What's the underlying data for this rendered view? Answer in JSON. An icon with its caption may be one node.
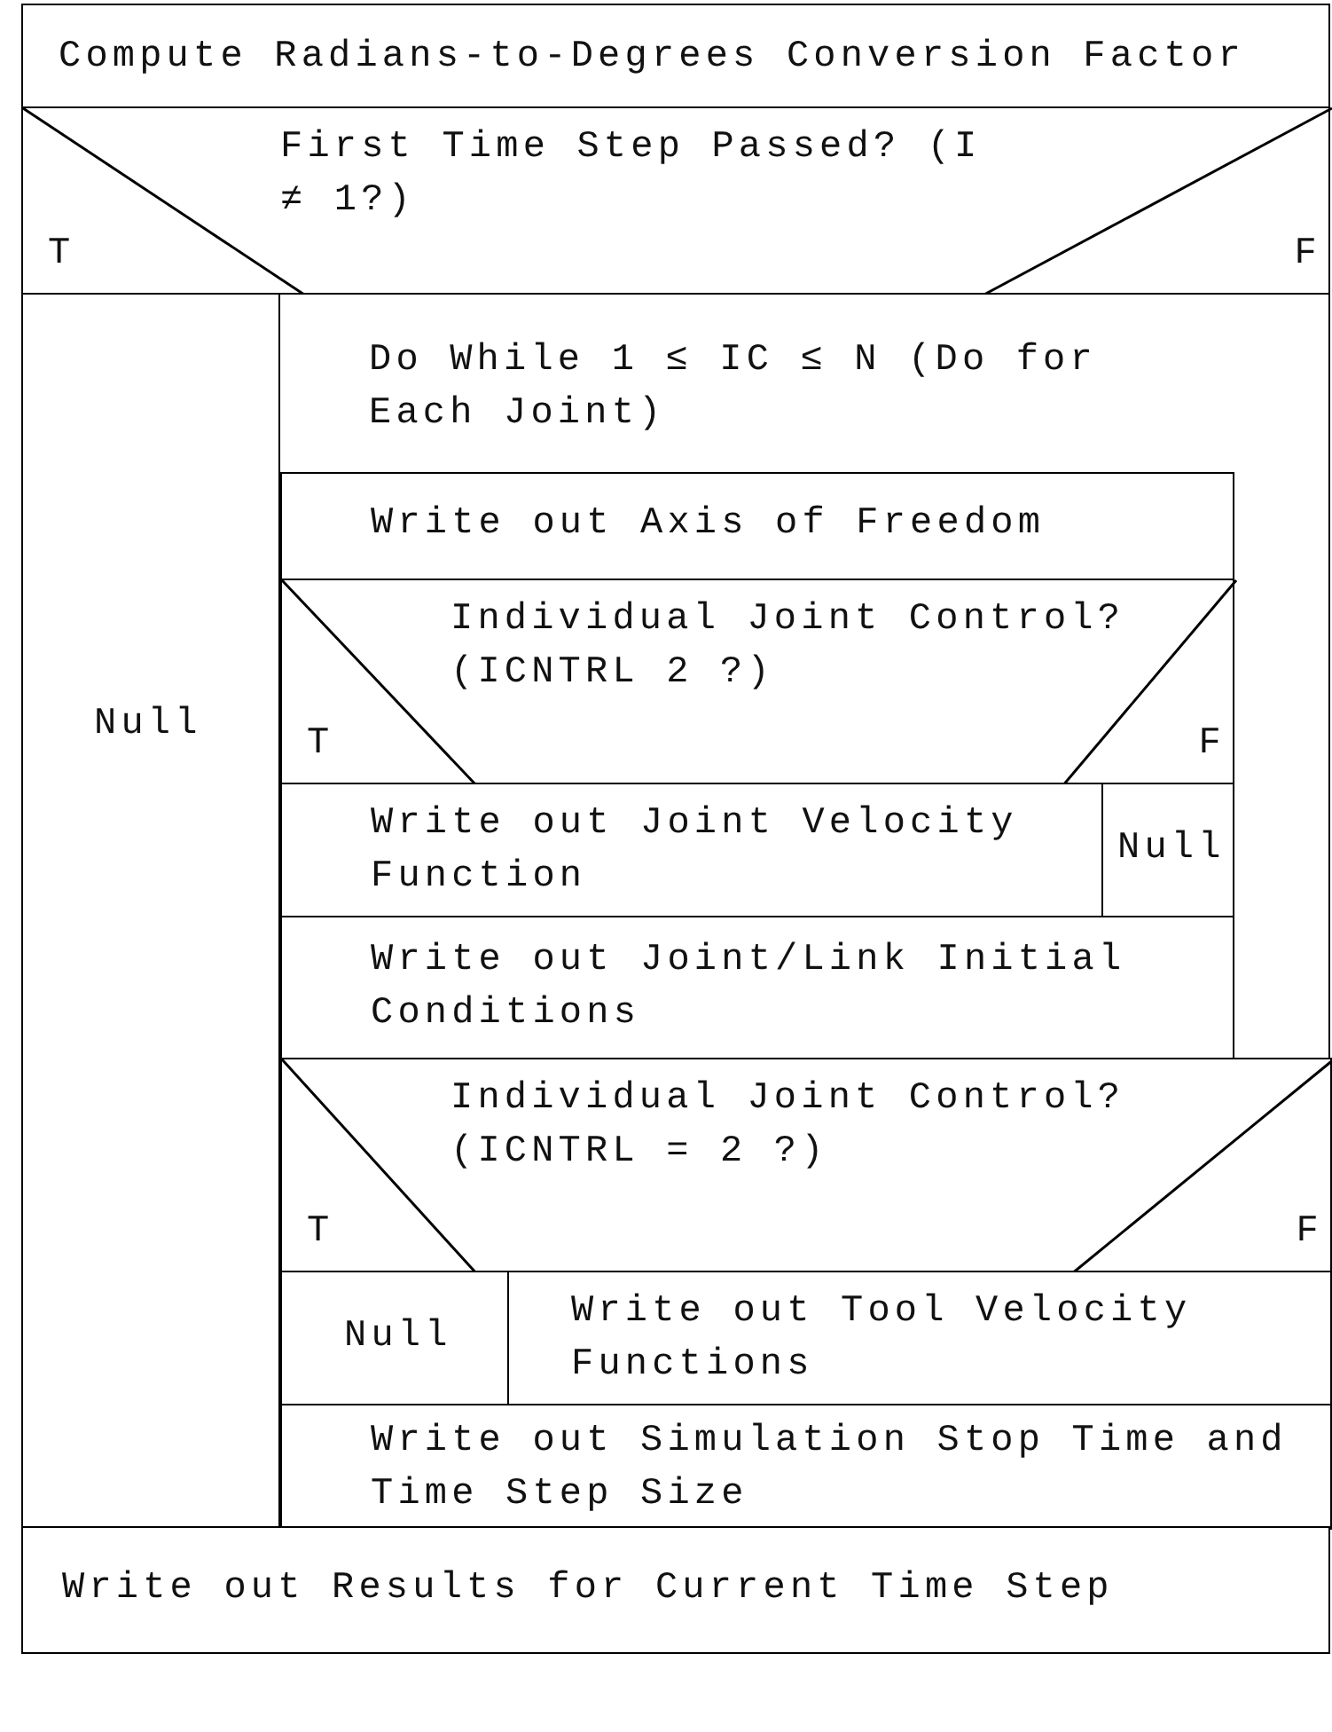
{
  "diagram": {
    "nodes": [
      {
        "text": [
          "Compute Radians-to-Degrees Conversion Factor"
        ]
      },
      {
        "text": [
          "First Time Step Passed? (I ≠ 1?)",
          "T",
          "F"
        ]
      },
      {
        "text": [
          "Null"
        ]
      },
      {
        "text": [
          "Do While 1 ≤ IC ≤ N (Do for Each Joint)"
        ]
      },
      {
        "text": [
          "Write out Axis of Freedom"
        ],
        "in": 3
      },
      {
        "text": [
          "Individual Joint Control? (ICNTRL 2 ?)",
          "T",
          "F"
        ],
        "in": 3
      },
      {
        "text": [
          "Write out Joint Velocity Function"
        ],
        "in": 3
      },
      {
        "text": [
          "Null"
        ],
        "in": 3
      },
      {
        "text": [
          "Write out Joint/Link Initial Conditions"
        ],
        "in": 3
      },
      {
        "text": [
          "Individual Joint Control? (ICNTRL = 2 ?)",
          "T",
          "F"
        ],
        "in": 3
      },
      {
        "text": [
          "Null"
        ],
        "in": 3
      },
      {
        "text": [
          "Write out Tool Velocity Functions"
        ],
        "in": 3
      },
      {
        "text": [
          "Write out Simulation Stop Time and Time Step Size"
        ],
        "in": 3
      },
      {
        "text": [
          "Write out Results for Current Time Step"
        ]
      }
    ],
    "edges": []
  }
}
